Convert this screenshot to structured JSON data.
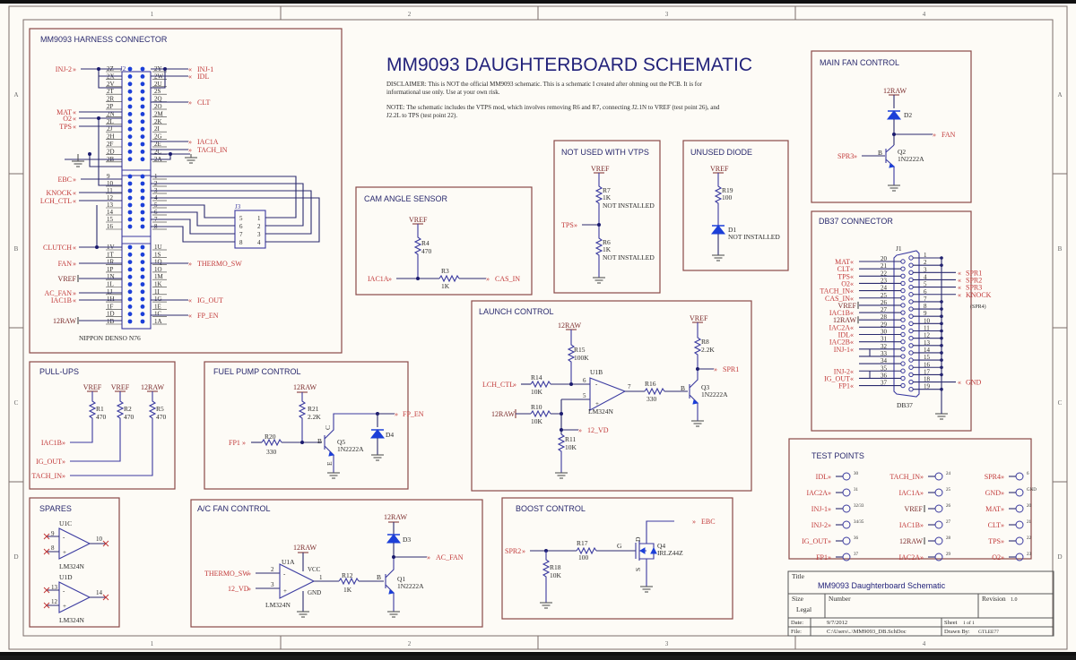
{
  "document": {
    "main_title": "MM9093 DAUGHTERBOARD SCHEMATIC",
    "disclaimer_line1": "DISCLAIMER: This is NOT the official MM9093 schematic.  This is a schematic I created after ohming out the PCB.  It is for",
    "disclaimer_line2": "informational use only.  Use at your own risk.",
    "note_line1": "NOTE: The schematic includes the VTPS mod, which involves removing R6 and R7, connecting J2.1N to VREF (test point 26), and",
    "note_line2": "J2.2L to TPS (test point 22).",
    "zones_cols": [
      "1",
      "2",
      "3",
      "4"
    ],
    "zones_rows": [
      "A",
      "B",
      "C",
      "D"
    ]
  },
  "title_block": {
    "title_label": "Title",
    "title": "MM9093 Daughterboard Schematic",
    "size_label": "Size",
    "size": "Legal",
    "number_label": "Number",
    "revision_label": "Revision",
    "revision": "1.0",
    "date_label": "Date:",
    "date": "9/7/2012",
    "sheet_label": "Sheet",
    "sheet": "1 of 1",
    "file_label": "File:",
    "file": "C:\\Users\\..\\MM9093_DB.SchDoc",
    "drawn_label": "Drawn By:",
    "drawn_by": "GTLEE77"
  },
  "sections": {
    "harness": {
      "title": "MM9093 HARNESS CONNECTOR",
      "ref": "J2",
      "part": "NIPPON DENSO N76",
      "top_left_pins": [
        "2Z",
        "2X",
        "2V",
        "2T",
        "2R",
        "2P",
        "2N",
        "2L",
        "2J",
        "2H",
        "2F",
        "2D",
        "2B"
      ],
      "top_right_pins": [
        "2Y",
        "2W",
        "2U",
        "2S",
        "2Q",
        "2O",
        "2M",
        "2K",
        "2I",
        "2G",
        "2E",
        "2C",
        "2A"
      ],
      "mid_left_pins": [
        "9",
        "10",
        "11",
        "12",
        "13",
        "14",
        "15",
        "16"
      ],
      "mid_right_pins": [
        "1",
        "2",
        "3",
        "4",
        "5",
        "6",
        "7",
        "8"
      ],
      "bot_left_pins": [
        "1V",
        "1T",
        "1R",
        "1P",
        "1N",
        "1L",
        "1J",
        "1H",
        "1F",
        "1D",
        "1B"
      ],
      "bot_right_pins": [
        "1U",
        "1S",
        "1Q",
        "1O",
        "1M",
        "1K",
        "1I",
        "1G",
        "1E",
        "1C",
        "1A"
      ],
      "nets": {
        "inj2": "INJ-2",
        "inj1": "INJ-1",
        "idl": "IDL",
        "clt": "CLT",
        "mat": "MAT",
        "o2": "O2",
        "tps": "TPS",
        "iac1a": "IAC1A",
        "tach_in": "TACH_IN",
        "ebc": "EBC",
        "knock": "KNOCK",
        "lch_ctl": "LCH_CTL",
        "clutch": "CLUTCH",
        "fan": "FAN",
        "thermo_sw": "THERMO_SW",
        "vref": "VREF",
        "ac_fan": "AC_FAN",
        "iac1b": "IAC1B",
        "ig_out": "IG_OUT",
        "fp_en": "FP_EN",
        "raw12": "12RAW"
      },
      "j3": {
        "ref": "J3",
        "left_pins": [
          "5",
          "6",
          "7",
          "8"
        ],
        "right_pins": [
          "1",
          "2",
          "3",
          "4"
        ]
      }
    },
    "pullups": {
      "title": "PULL-UPS",
      "resistors": [
        {
          "rail": "VREF",
          "ref": "R1",
          "value": "470",
          "net": "IAC1B"
        },
        {
          "rail": "VREF",
          "ref": "R2",
          "value": "470",
          "net": "IG_OUT"
        },
        {
          "rail": "12RAW",
          "ref": "R5",
          "value": "470",
          "net": "TACH_IN"
        }
      ]
    },
    "fuel_pump": {
      "title": "FUEL PUMP CONTROL",
      "rail": "12RAW",
      "r21_ref": "R21",
      "r21_val": "2.2K",
      "r20_ref": "R20",
      "r20_val": "330",
      "in_net": "FP1",
      "out_net": "FP_EN",
      "q_ref": "Q5",
      "q_part": "1N2222A",
      "d_ref": "D4",
      "b": "B",
      "c": "C",
      "e": "E"
    },
    "spares": {
      "title": "SPARES",
      "u1c": {
        "ref": "U1C",
        "part": "LM324N",
        "in_neg": "9",
        "in_pos": "8",
        "out": "10"
      },
      "u1d": {
        "ref": "U1D",
        "part": "LM324N",
        "in_neg": "13",
        "in_pos": "12",
        "out": "14"
      }
    },
    "ac_fan": {
      "title": "A/C FAN CONTROL",
      "in1": "THERMO_SW",
      "in2": "12_VD",
      "u_ref": "U1A",
      "u_part": "LM324N",
      "pin_neg": "2",
      "pin_pos": "3",
      "pin_out": "1",
      "vcc": "VCC",
      "gnd": "GND",
      "rail": "12RAW",
      "r_ref": "R12",
      "r_val": "1K",
      "q_ref": "Q1",
      "q_part": "1N2222A",
      "d_ref": "D3",
      "out_net": "AC_FAN",
      "b": "B",
      "c": "C",
      "e": "E"
    },
    "cam": {
      "title": "CAM ANGLE SENSOR",
      "rail": "VREF",
      "r4_ref": "R4",
      "r4_val": "470",
      "r3_ref": "R3",
      "r3_val": "1K",
      "in_net": "IAC1A",
      "out_net": "CAS_IN"
    },
    "vtps": {
      "title": "NOT USED WITH VTPS",
      "rail": "VREF",
      "r7_ref": "R7",
      "r7_val": "1K",
      "r6_ref": "R6",
      "r6_val": "1K",
      "note": "NOT INSTALLED",
      "net": "TPS"
    },
    "unused_diode": {
      "title": "UNUSED DIODE",
      "rail": "VREF",
      "r_ref": "R19",
      "r_val": "100",
      "d_ref": "D1",
      "note": "NOT INSTALLED"
    },
    "launch": {
      "title": "LAUNCH CONTROL",
      "rail1": "12RAW",
      "r15_ref": "R15",
      "r15_val": "100K",
      "in_net": "LCH_CTL",
      "r14_ref": "R14",
      "r14_val": "10K",
      "rail2": "12RAW",
      "r10_ref": "R10",
      "r10_val": "10K",
      "r11_ref": "R11",
      "r11_val": "10K",
      "vd_net": "12_VD",
      "u_ref": "U1B",
      "u_part": "LM324N",
      "pin_neg": "6",
      "pin_pos": "5",
      "pin_out": "7",
      "r16_ref": "R16",
      "r16_val": "330",
      "vref": "VREF",
      "r8_ref": "R8",
      "r8_val": "2.2K",
      "q_ref": "Q3",
      "q_part": "1N2222A",
      "out_net": "SPR1",
      "b": "B",
      "c": "C",
      "e": "E"
    },
    "boost": {
      "title": "BOOST CONTROL",
      "in_net": "SPR2",
      "r17_ref": "R17",
      "r17_val": "100",
      "r18_ref": "R18",
      "r18_val": "10K",
      "q_ref": "Q4",
      "q_part": "IRLZ44Z",
      "out_net": "EBC",
      "g": "G",
      "d": "D",
      "s": "S"
    },
    "main_fan": {
      "title": "MAIN FAN CONTROL",
      "rail": "12RAW",
      "d_ref": "D2",
      "q_ref": "Q2",
      "q_part": "1N2222A",
      "in_net": "SPR3",
      "out_net": "FAN",
      "b": "B",
      "c": "C",
      "e": "E"
    },
    "db37": {
      "title": "DB37 CONNECTOR",
      "ref": "J1",
      "part": "DB37",
      "left_rows": [
        {
          "pin": "20",
          "net": "MAT",
          "kind": "net"
        },
        {
          "pin": "21",
          "net": "CLT",
          "kind": "net"
        },
        {
          "pin": "22",
          "net": "TPS",
          "kind": "net"
        },
        {
          "pin": "23",
          "net": "O2",
          "kind": "net"
        },
        {
          "pin": "24",
          "net": "TACH_IN",
          "kind": "net"
        },
        {
          "pin": "25",
          "net": "CAS_IN",
          "kind": "net"
        },
        {
          "pin": "26",
          "net": "VREF",
          "kind": "pwr"
        },
        {
          "pin": "27",
          "net": "IAC1B",
          "kind": "net"
        },
        {
          "pin": "28",
          "net": "12RAW",
          "kind": "pwr"
        },
        {
          "pin": "29",
          "net": "IAC2A",
          "kind": "net"
        },
        {
          "pin": "30",
          "net": "IDL",
          "kind": "net"
        },
        {
          "pin": "31",
          "net": "IAC2B",
          "kind": "net"
        },
        {
          "pin": "32",
          "net": "INJ-1",
          "kind": "net"
        },
        {
          "pin": "33",
          "net": "",
          "kind": "none"
        },
        {
          "pin": "34",
          "net": "",
          "kind": "none"
        },
        {
          "pin": "35",
          "net": "INJ-2",
          "kind": "net"
        },
        {
          "pin": "36",
          "net": "IG_OUT",
          "kind": "net"
        },
        {
          "pin": "37",
          "net": "FP1",
          "kind": "net"
        }
      ],
      "right_pins": [
        "1",
        "2",
        "3",
        "4",
        "5",
        "6",
        "7",
        "8",
        "9",
        "10",
        "11",
        "12",
        "13",
        "14",
        "15",
        "16",
        "17",
        "18",
        "19"
      ],
      "right_nets": {
        "3": "SPR1",
        "4": "SPR2",
        "5": "SPR3",
        "6": "KNOCK",
        "18": "GND"
      },
      "spr4_note": "(SPR4)"
    },
    "test_points": {
      "title": "TEST POINTS",
      "columns": [
        [
          {
            "net": "IDL",
            "tp": "30",
            "kind": "net"
          },
          {
            "net": "IAC2A",
            "tp": "31",
            "kind": "net"
          },
          {
            "net": "INJ-1",
            "tp": "32/33",
            "kind": "net"
          },
          {
            "net": "INJ-2",
            "tp": "34/35",
            "kind": "net"
          },
          {
            "net": "IG_OUT",
            "tp": "36",
            "kind": "net"
          },
          {
            "net": "FP1",
            "tp": "37",
            "kind": "net"
          }
        ],
        [
          {
            "net": "TACH_IN",
            "tp": "24",
            "kind": "net"
          },
          {
            "net": "IAC1A",
            "tp": "25",
            "kind": "net"
          },
          {
            "net": "VREF",
            "tp": "26",
            "kind": "pwr"
          },
          {
            "net": "IAC1B",
            "tp": "27",
            "kind": "net"
          },
          {
            "net": "12RAW",
            "tp": "28",
            "kind": "pwr"
          },
          {
            "net": "IAC2A",
            "tp": "29",
            "kind": "net"
          }
        ],
        [
          {
            "net": "SPR4",
            "tp": "6",
            "kind": "net"
          },
          {
            "net": "GND",
            "tp": "GND",
            "kind": "net"
          },
          {
            "net": "MAT",
            "tp": "20",
            "kind": "net"
          },
          {
            "net": "CLT",
            "tp": "21",
            "kind": "net"
          },
          {
            "net": "TPS",
            "tp": "22",
            "kind": "net"
          },
          {
            "net": "O2",
            "tp": "23",
            "kind": "net"
          }
        ]
      ]
    }
  }
}
